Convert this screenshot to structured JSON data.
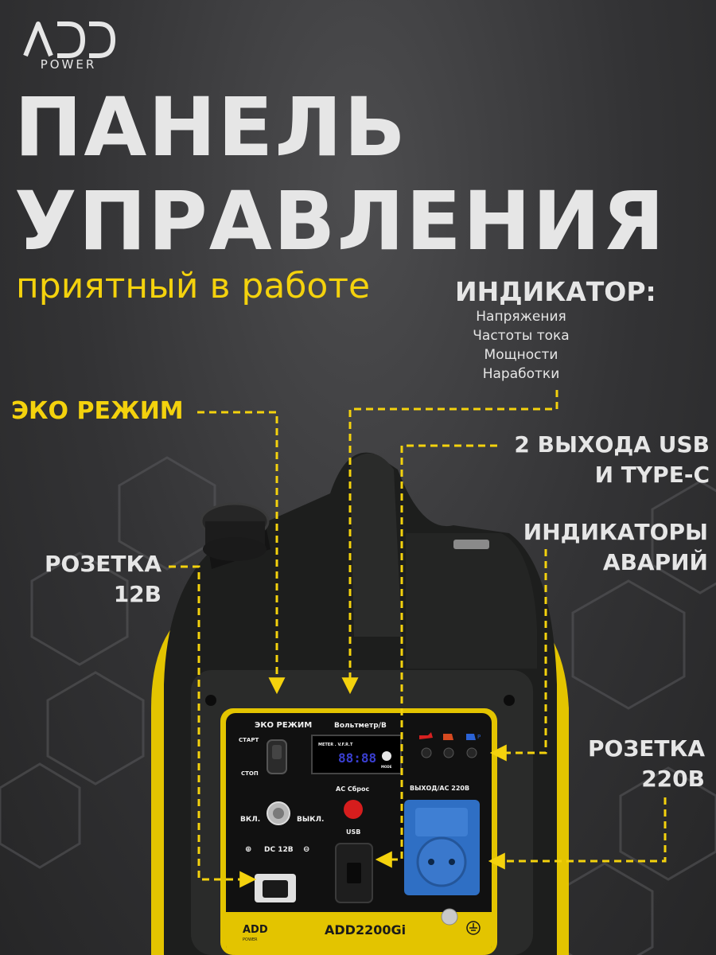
{
  "brand": {
    "logo_text": "ADD",
    "logo_sub": "POWER"
  },
  "heading": {
    "line1": "ПАНЕЛЬ",
    "line2": "УПРАВЛЕНИЯ",
    "subtitle": "приятный в работе"
  },
  "callouts": {
    "indicator": {
      "title": "ИНДИКАТОР:",
      "items": [
        "Напряжения",
        "Частоты тока",
        "Мощности",
        "Наработки"
      ]
    },
    "eco": "ЭКО РЕЖИМ",
    "usb": {
      "line1": "2 ВЫХОДА USB",
      "line2": "И TYPE-C"
    },
    "alarms": {
      "line1": "ИНДИКАТОРЫ",
      "line2": "АВАРИЙ"
    },
    "socket12": {
      "line1": "РОЗЕТКА",
      "line2": "12В"
    },
    "socket220": {
      "line1": "РОЗЕТКА",
      "line2": "220В"
    }
  },
  "panel": {
    "eco_label": "ЭКО РЕЖИМ",
    "start": "СТАРТ",
    "stop": "СТОП",
    "voltmeter": "Вольтметр/В",
    "meter": "METER . V.F.R.T",
    "display": "88:88",
    "mode": "MODE",
    "on": "ВКЛ.",
    "off": "ВЫКЛ.",
    "reset": "AC Сброс",
    "usb": "USB",
    "output": "ВЫХОД/AC 220В",
    "dc": "DC 12В",
    "plus": "⊕",
    "minus": "⊖",
    "model": "ADD2200Gi",
    "panel_logo": "ADD",
    "panel_logo_sub": "POWER",
    "p_label": "P"
  },
  "colors": {
    "accent": "#f4d20d",
    "text": "#e6e6e6",
    "body": "#1b1c1b",
    "panel": "#111111",
    "socket": "#2f6fc4",
    "reset_button": "#d61d1d"
  },
  "icons": [
    "oil-icon",
    "overload-icon",
    "power-icon",
    "ground-icon"
  ]
}
